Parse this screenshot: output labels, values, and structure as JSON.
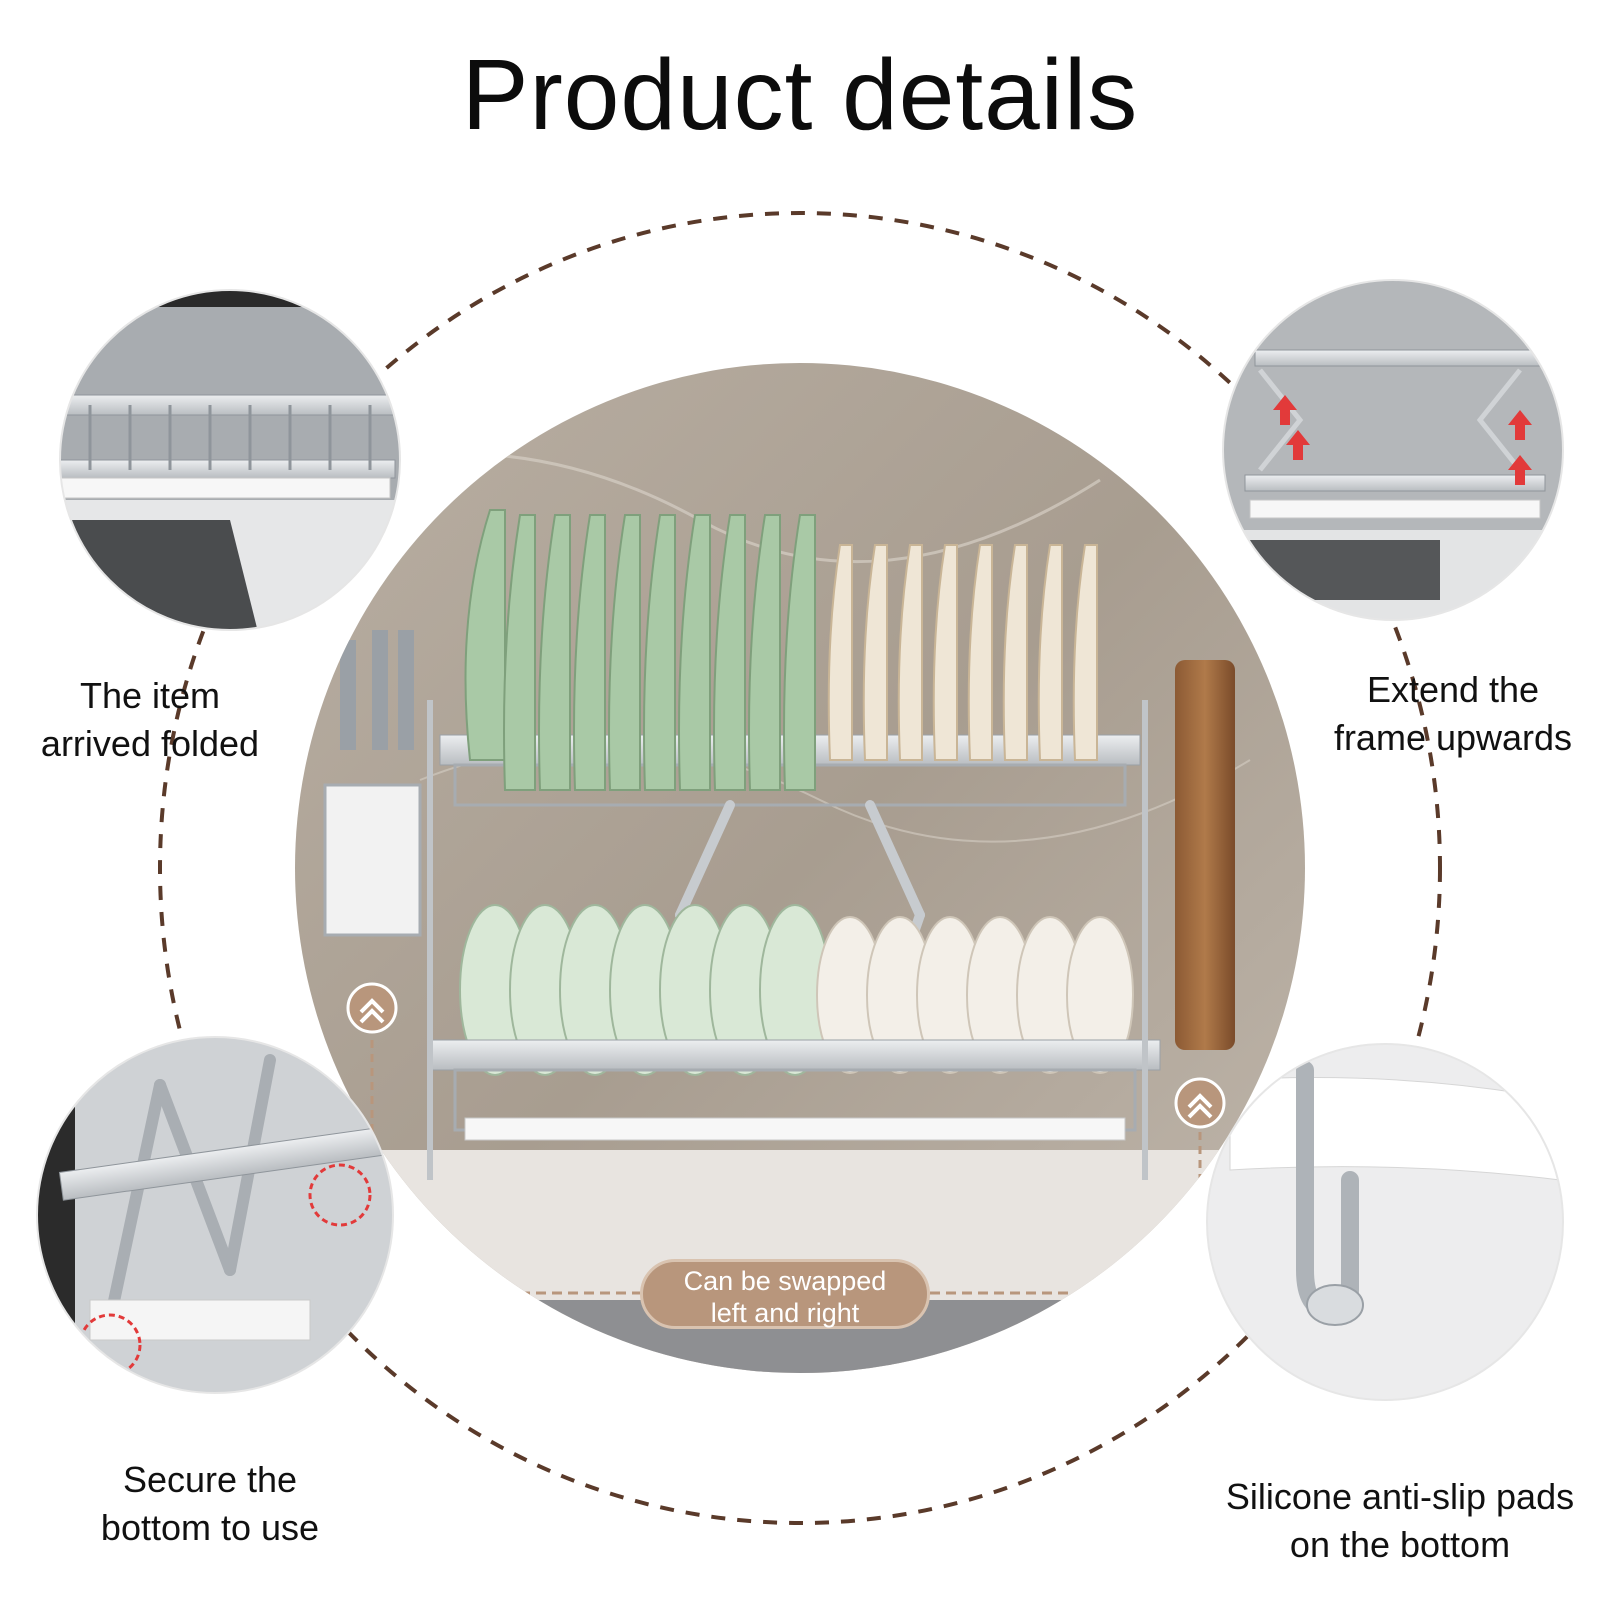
{
  "page": {
    "title": "Product details"
  },
  "captions": {
    "top_left": [
      "The item",
      "arrived folded"
    ],
    "top_right": [
      "Extend the",
      "frame upwards"
    ],
    "bottom_left": [
      "Secure the",
      "bottom to use"
    ],
    "bottom_right": [
      "Silicone anti-slip pads",
      "on the bottom"
    ]
  },
  "badges": {
    "swap": [
      "Can be swapped",
      "left and right"
    ]
  },
  "colors": {
    "dash_ring": "#5a3a2a",
    "accent_tan": "#b8967c",
    "marble_bg": "#b3a89c",
    "plate_green": "#a9c9a6",
    "plate_cream": "#efe6d6",
    "steel": "#d5d8db",
    "highlight_red": "#e23a3a"
  },
  "icons": {
    "up_chevrons": "double-chevron-up-icon",
    "red_arrows": "red-up-arrow-icon"
  }
}
